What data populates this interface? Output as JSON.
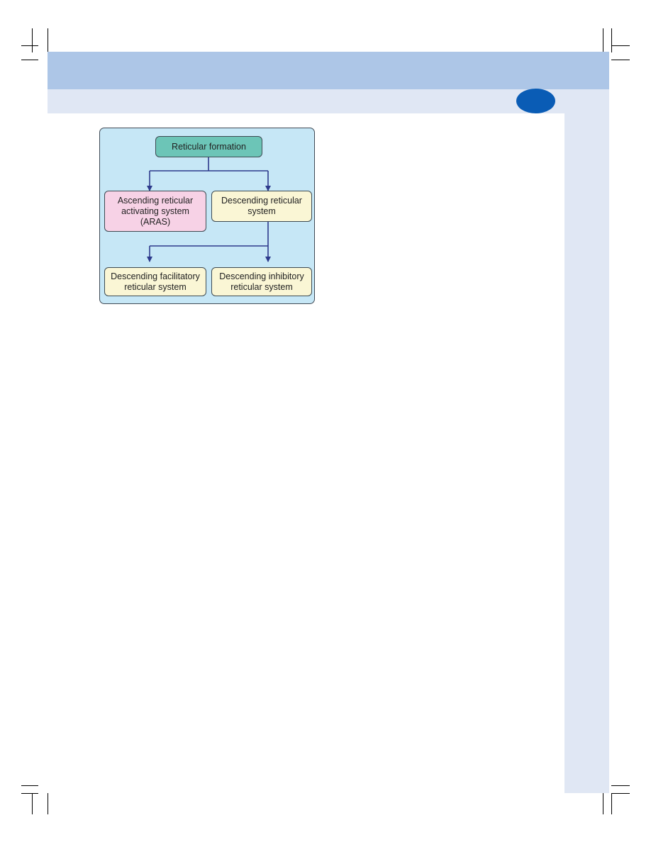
{
  "diagram": {
    "root": {
      "label": "Reticular formation",
      "fill": "#6cc5b7"
    },
    "level1": [
      {
        "label": "Ascending reticular\nactivating system\n(ARAS)",
        "fill": "#f7d2e6"
      },
      {
        "label": "Descending reticular\nsystem",
        "fill": "#faf6d5"
      }
    ],
    "level2": [
      {
        "label": "Descending facilitatory\nreticular system",
        "fill": "#faf6d5"
      },
      {
        "label": "Descending inhibitory\nreticular system",
        "fill": "#faf6d5"
      }
    ],
    "colors": {
      "panel_background": "#c6e7f6",
      "arrow": "#2d3a8c",
      "header_band": "#adc6e7",
      "light_band": "#e0e7f4",
      "page_badge": "#0a5cb5"
    }
  }
}
